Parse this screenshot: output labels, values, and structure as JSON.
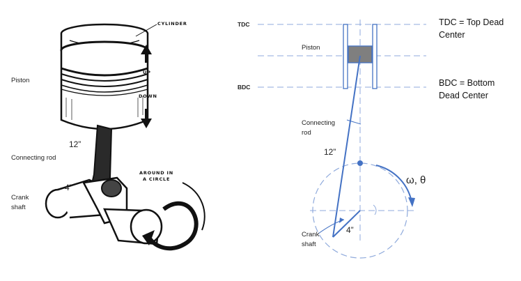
{
  "left_figure": {
    "labels": {
      "piston": "Piston",
      "connecting_rod": "Connecting rod",
      "crank_shaft_line1": "Crank",
      "crank_shaft_line2": "shaft",
      "cylinder": "CYLINDER",
      "up": "UP",
      "down": "DOWN",
      "around_line1": "AROUND IN",
      "around_line2": "A CIRCLE",
      "rod_length": "12”",
      "crank_radius": "4”"
    }
  },
  "right_figure": {
    "labels": {
      "tdc": "TDC",
      "bdc": "BDC",
      "piston": "Piston",
      "connecting_rod_line1": "Connecting",
      "connecting_rod_line2": "rod",
      "rod_length": "12”",
      "crank_line1": "Crank",
      "crank_line2": "shaft",
      "crank_radius": "4”",
      "omega_theta": "ω, θ"
    },
    "colors": {
      "blue": "#4472c4",
      "dashed": "#8faadc",
      "piston_fill": "#7f7f7f"
    }
  },
  "legend": {
    "tdc_line1": "TDC = Top Dead",
    "tdc_line2": "Center",
    "bdc_line1": "BDC = Bottom",
    "bdc_line2": "Dead Center"
  }
}
